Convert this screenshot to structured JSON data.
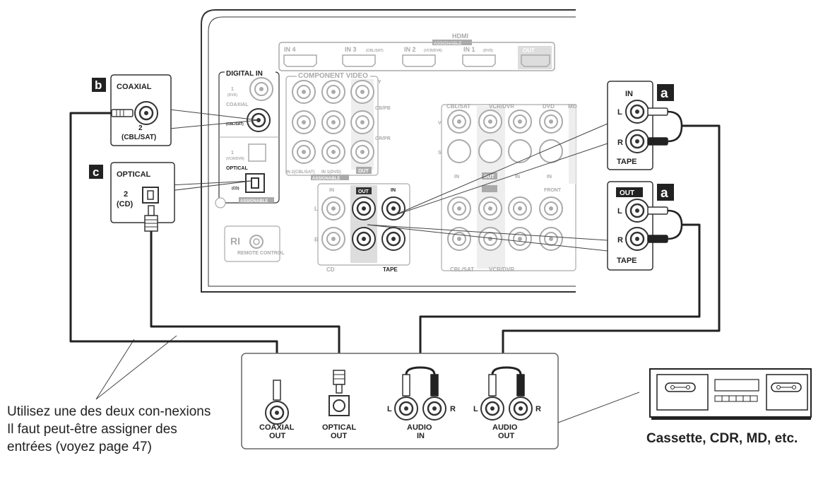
{
  "receiver": {
    "hdmi_title": "HDMI",
    "hdmi_assignable": "ASSIGNABLE",
    "hdmi_in4": "IN 4",
    "hdmi_in3": "IN 3",
    "hdmi_in3_sub": "(CBL/SAT)",
    "hdmi_in2": "IN 2",
    "hdmi_in2_sub": "(VCR/DVR)",
    "hdmi_in1": "IN 1",
    "hdmi_in1_sub": "(DVD)",
    "hdmi_out": "OUT",
    "digital_in": "DIGITAL IN",
    "coax1_num": "1",
    "coax1_sub": "(DVD)",
    "coaxial_label": "COAXIAL",
    "coax2_sub": "(CBL/SAT)",
    "opt1_num": "1",
    "opt1_sub": "(VCR/DVR)",
    "optical_label": "OPTICAL",
    "opt2_sub": "(CD)",
    "digital_assignable": "ASSIGNABLE",
    "component_video": "COMPONENT VIDEO",
    "comp_y": "Y",
    "comp_cb": "CB/PB",
    "comp_cr": "CR/PR",
    "comp_in2": "IN 2(CBL/SAT)",
    "comp_in1": "IN 1(DVD)",
    "comp_out": "OUT",
    "comp_assignable": "ASSIGNABLE",
    "cd_in": "IN",
    "tape_out": "OUT",
    "tape_in": "IN",
    "side_l": "L",
    "side_r": "R",
    "cd_label": "CD",
    "tape_label": "TAPE",
    "cbl_sat": "CBL/SAT",
    "vcr_dvr": "VCR/DVR",
    "dvd": "DVD",
    "mo": "MO",
    "v_label": "V",
    "s_label": "S",
    "in_a": "IN",
    "out_a": "OUT",
    "in_b": "IN",
    "in_c": "IN",
    "front": "FRONT",
    "ri": "RI",
    "remote_control": "REMOTE CONTROL"
  },
  "callouts": {
    "b_badge": "b",
    "b_title": "COAXIAL",
    "b_num": "2",
    "b_sub": "(CBL/SAT)",
    "c_badge": "c",
    "c_title": "OPTICAL",
    "c_num": "2",
    "c_sub": "(CD)",
    "a1_badge": "a",
    "a1_title": "IN",
    "a1_l": "L",
    "a1_r": "R",
    "a1_bottom": "TAPE",
    "a2_badge": "a",
    "a2_title": "OUT",
    "a2_l": "L",
    "a2_r": "R",
    "a2_bottom": "TAPE"
  },
  "device": {
    "coaxial_out_1": "COAXIAL",
    "coaxial_out_2": "OUT",
    "optical_out_1": "OPTICAL",
    "optical_out_2": "OUT",
    "audio_in_1": "AUDIO",
    "audio_in_2": "IN",
    "audio_out_1": "AUDIO",
    "audio_out_2": "OUT",
    "l1": "L",
    "r1": "R",
    "l2": "L",
    "r2": "R",
    "label": "Cassette, CDR, MD, etc."
  },
  "caption": "Utilisez une des deux con-nexions Il faut peut-être assigner des entrées (voyez page 47)"
}
